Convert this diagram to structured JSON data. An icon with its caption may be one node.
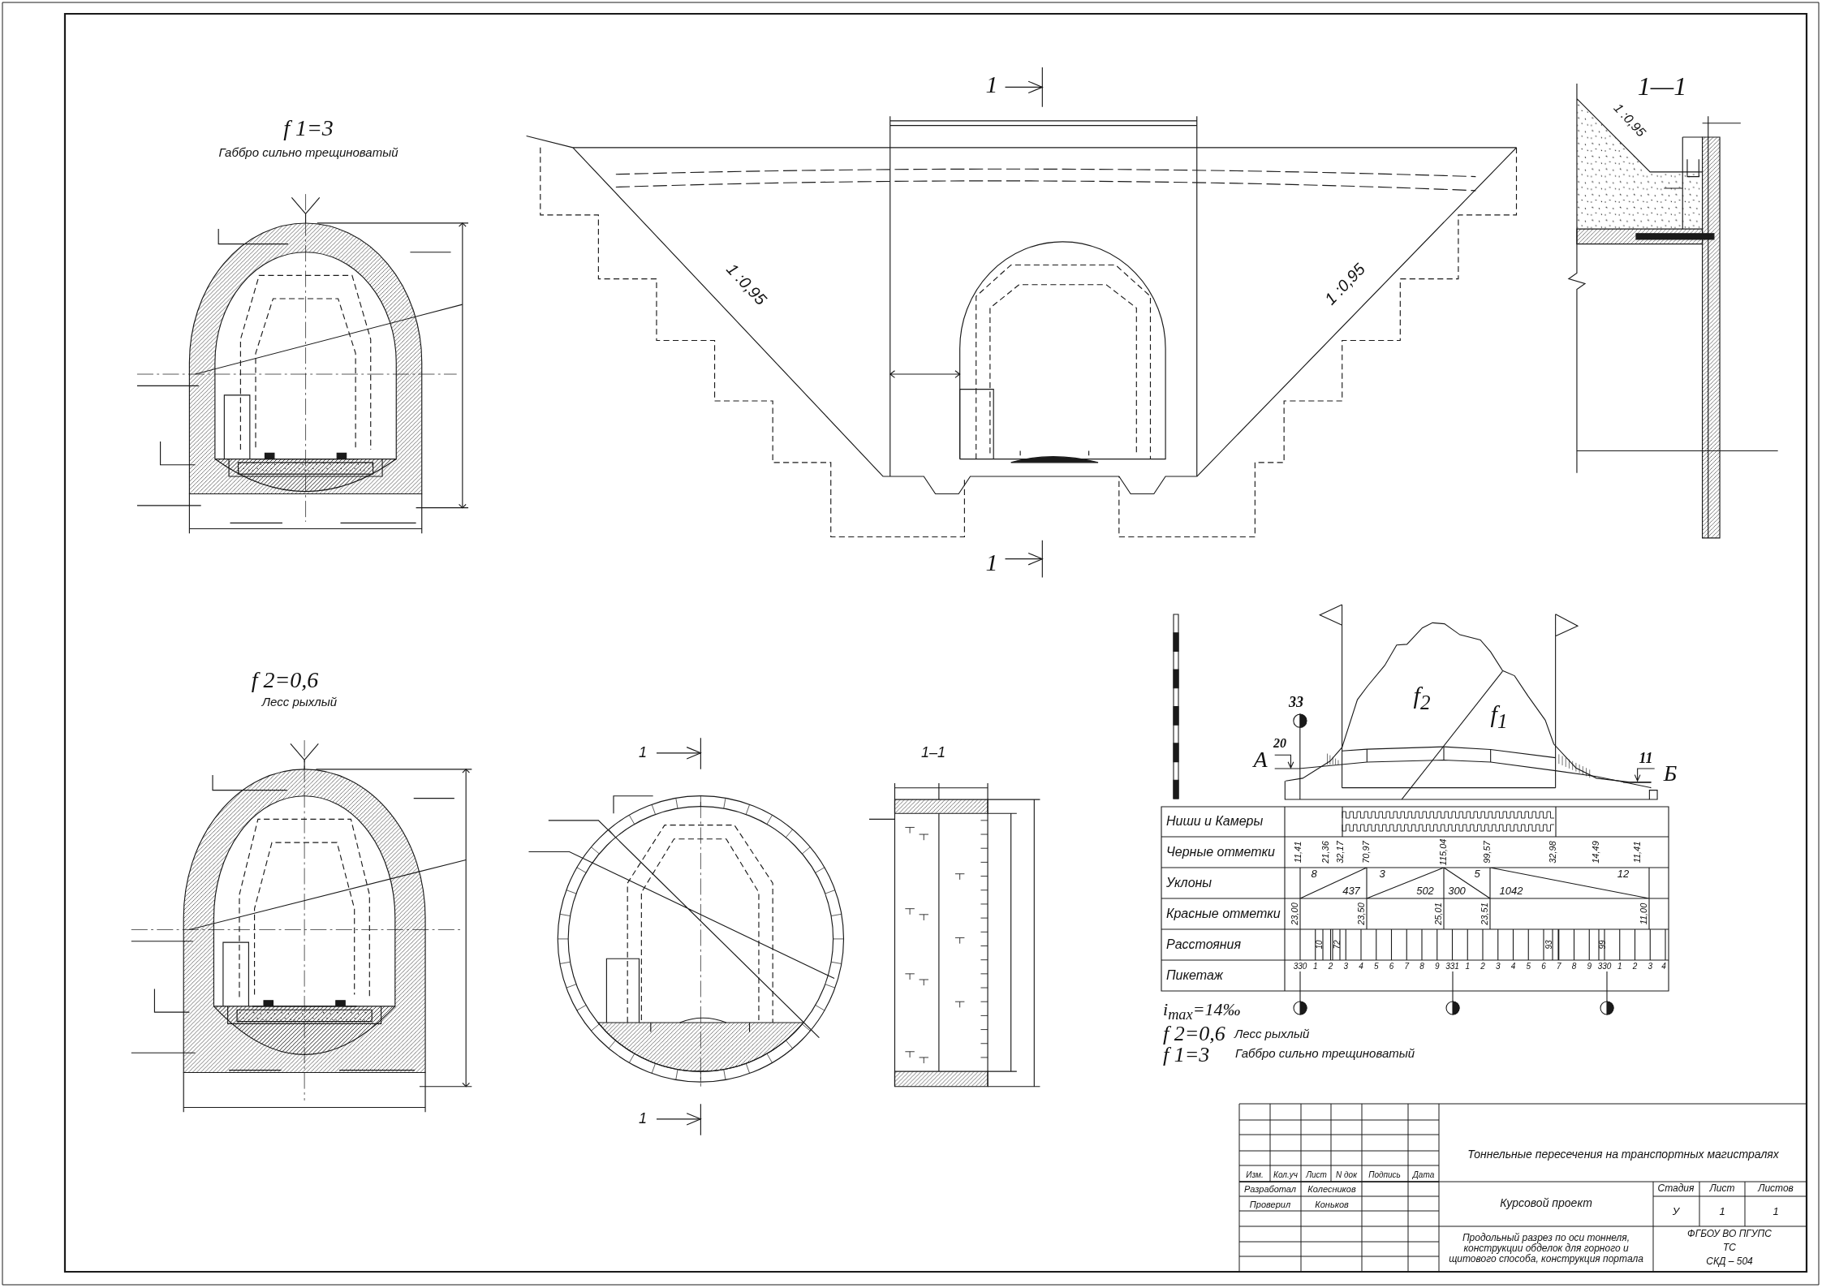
{
  "diagram": {
    "labels": [
      "f 1=3",
      "Габбро сильно трещиноватый",
      "1",
      "1 :0,95",
      "1 :0,95",
      "1",
      "1—1",
      "1 :0,95",
      "f 2=0,6",
      "Лесс рыхлый",
      "1",
      "1",
      "1–1",
      "33",
      "20",
      "А",
      "f$_{2}$",
      "f$_{1}$",
      "11",
      "Б",
      "Ниши и Камеры",
      "Черные отметки",
      "11,41",
      "21,36",
      "32,17",
      "70,97",
      "115,04",
      "99,57",
      "32,98",
      "14,49",
      "11,41",
      "Уклоны",
      "8",
      "437",
      "3",
      "502",
      "300",
      "5",
      "1042",
      "12",
      "Красные отметки",
      "23,00",
      "23,50",
      "25,01",
      "23,51",
      "11,00",
      "Расстояния",
      "10",
      "72",
      "93",
      "99",
      "Пикетаж",
      "330",
      "1",
      "2",
      "3",
      "4",
      "5",
      "6",
      "7",
      "8",
      "9",
      "331",
      "1",
      "2",
      "3",
      "4",
      "5",
      "6",
      "7",
      "8",
      "9",
      "330",
      "1",
      "2",
      "3",
      "4",
      "i$_{max}$=14‰",
      "f 2=0,6",
      "Лесс рыхлый",
      "f 1=3",
      "Габбро сильно трещиноватый",
      "Тоннельные пересечения на транспортных магистралях",
      "Изм.",
      "Кол.уч",
      "Лист",
      "N док",
      "Подпись",
      "Дата",
      "Разработал",
      "Колесников",
      "Проверил",
      "Коньков",
      "Курсовой проект",
      "Стадия",
      "Лист",
      "Листов",
      "У",
      "1",
      "1",
      "Продольный разрез по оси тоннеля, конструкции обделок для горного и щитового способа, конструкция портала",
      "ФГБОУ ВО ПГУПС",
      "ТС",
      "СКД – 504"
    ]
  }
}
